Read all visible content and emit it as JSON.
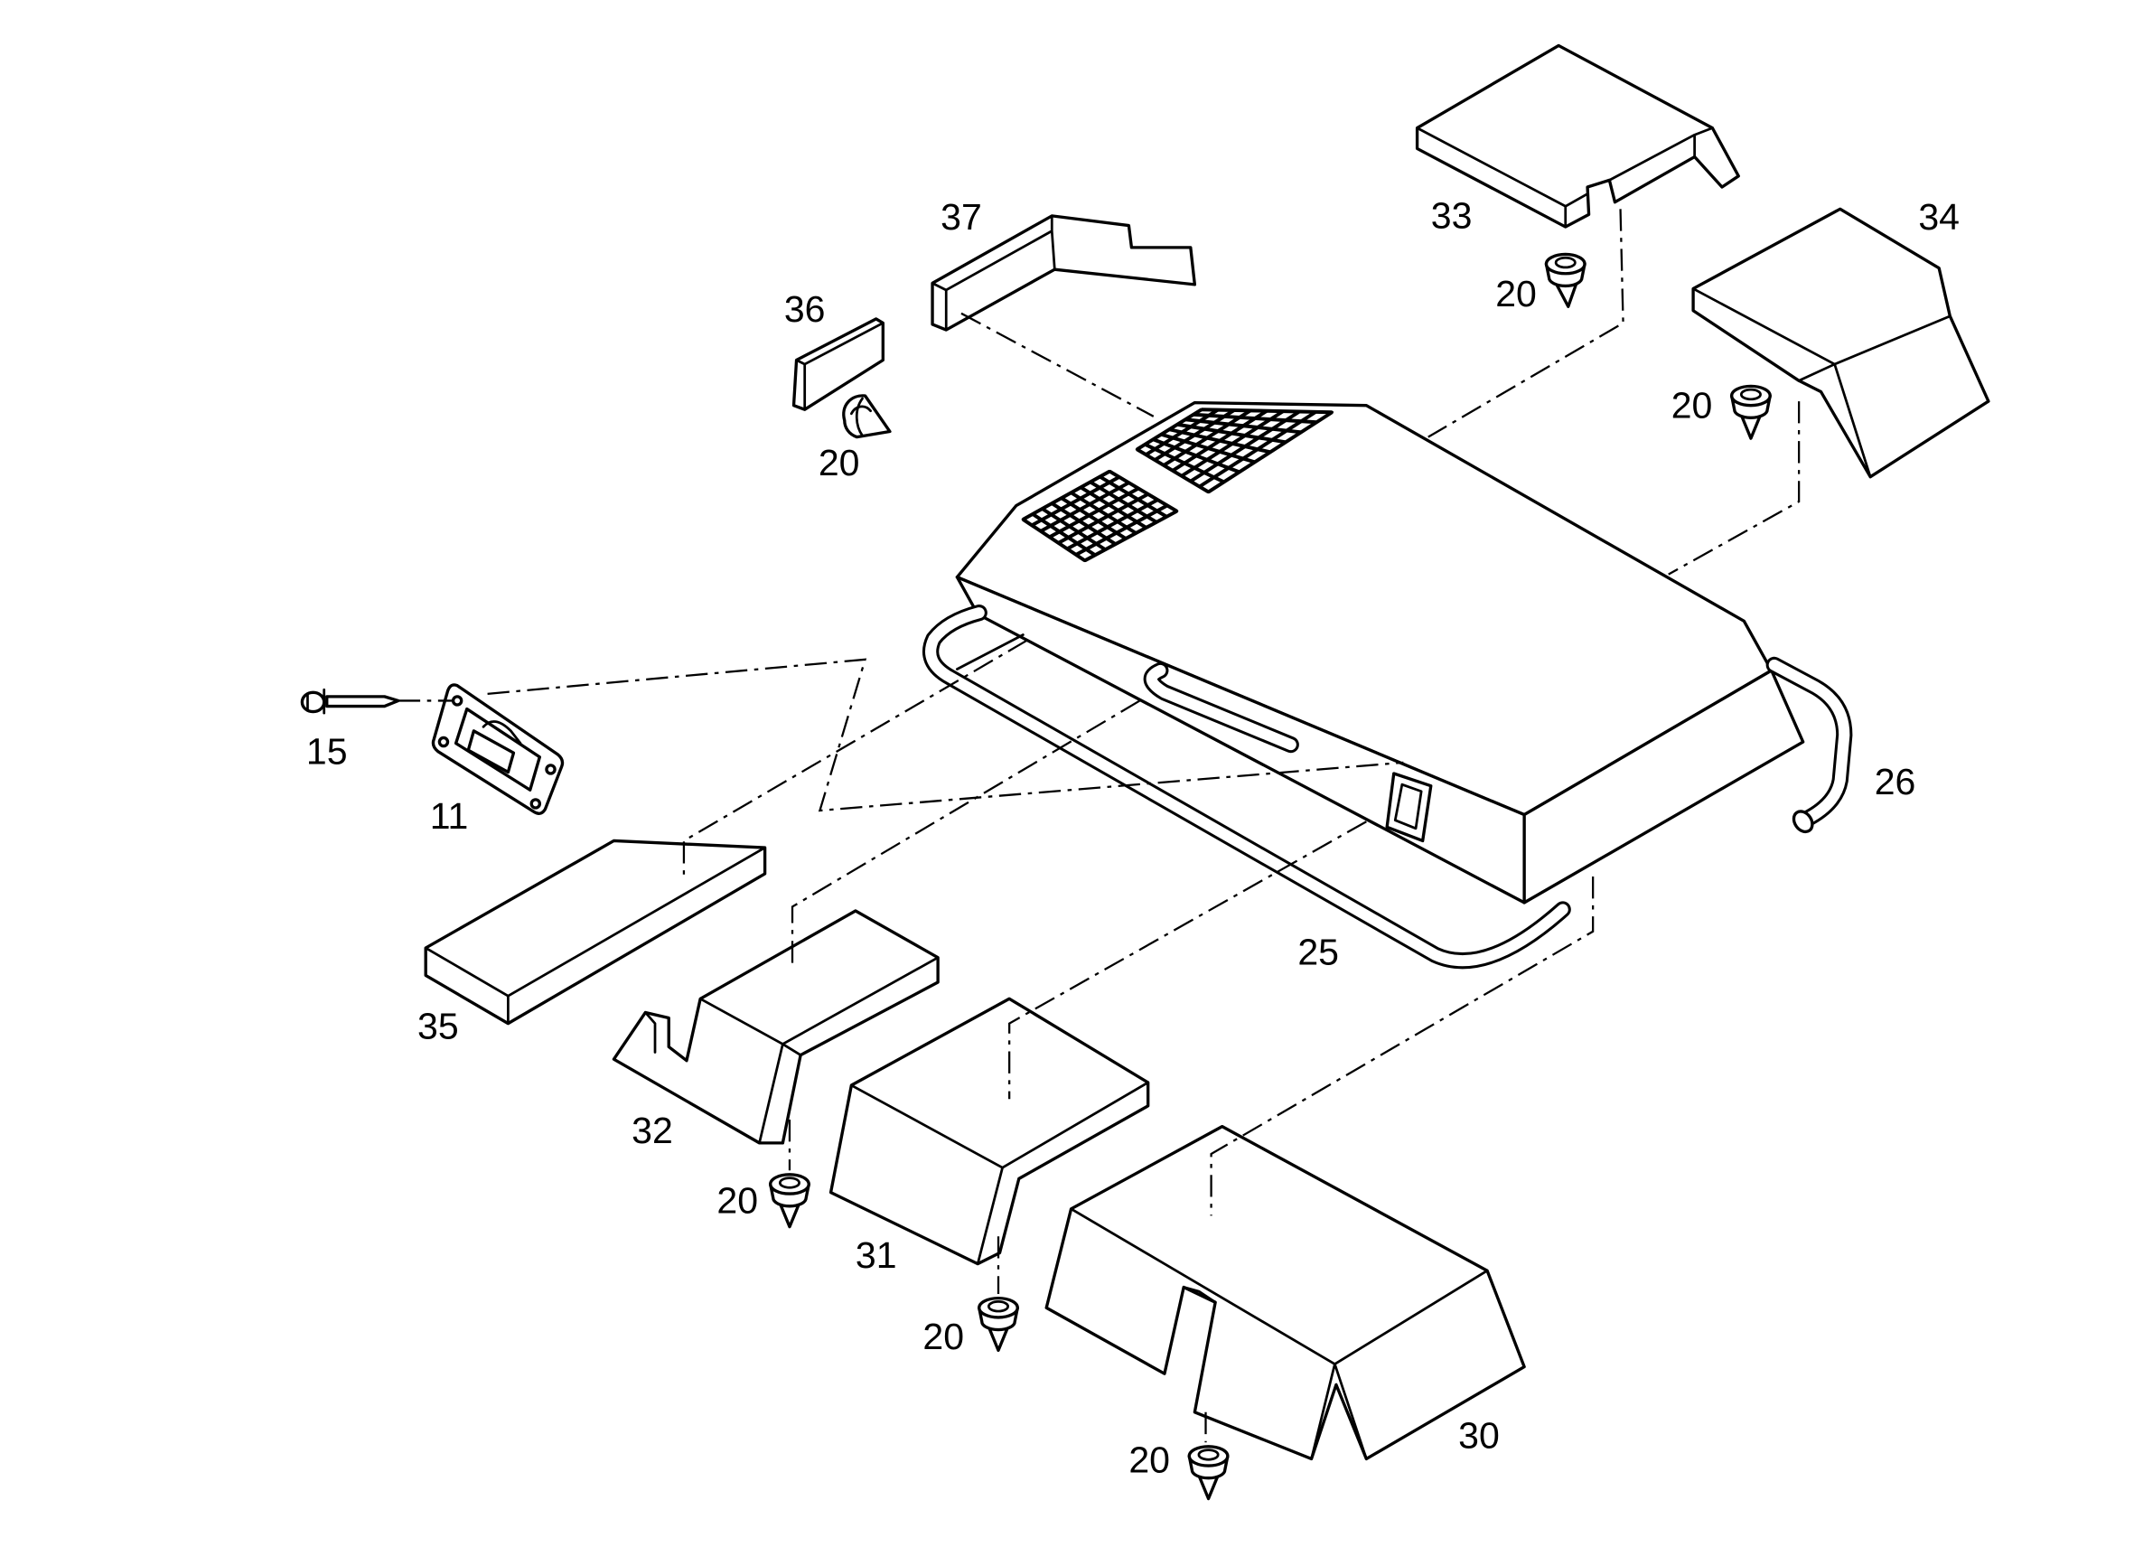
{
  "colors": {
    "ink": "#000000",
    "background": "#ffffff"
  },
  "part_labels": [
    "37",
    "33",
    "34",
    "36",
    "20",
    "20",
    "20",
    "15",
    "11",
    "26",
    "25",
    "35",
    "32",
    "20",
    "31",
    "20",
    "30",
    "20"
  ]
}
